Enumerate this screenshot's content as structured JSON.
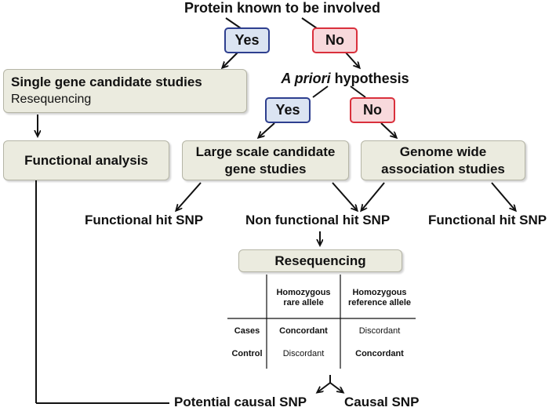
{
  "top_question": "Protein known to be involved",
  "answer_yes": "Yes",
  "answer_no": "No",
  "hypothesis": {
    "italic": "A priori",
    "rest": " hypothesis"
  },
  "single_gene": {
    "title": "Single gene candidate studies",
    "subtitle": "Resequencing"
  },
  "functional_analysis": "Functional analysis",
  "large_scale": {
    "line1": "Large scale candidate",
    "line2": "gene studies"
  },
  "gwas": {
    "line1": "Genome wide",
    "line2": "association studies"
  },
  "functional_hit_snp": "Functional hit SNP",
  "non_functional_hit_snp": "Non functional hit SNP",
  "resequencing": "Resequencing",
  "table": {
    "col1": "Homozygous rare allele",
    "col2": "Homozygous reference allele",
    "rows": [
      {
        "label": "Cases",
        "c1": "Concordant",
        "c2": "Discordant"
      },
      {
        "label": "Control",
        "c1": "Discordant",
        "c2": "Concordant"
      }
    ]
  },
  "potential_causal_snp": "Potential causal SNP",
  "causal_snp": "Causal SNP"
}
